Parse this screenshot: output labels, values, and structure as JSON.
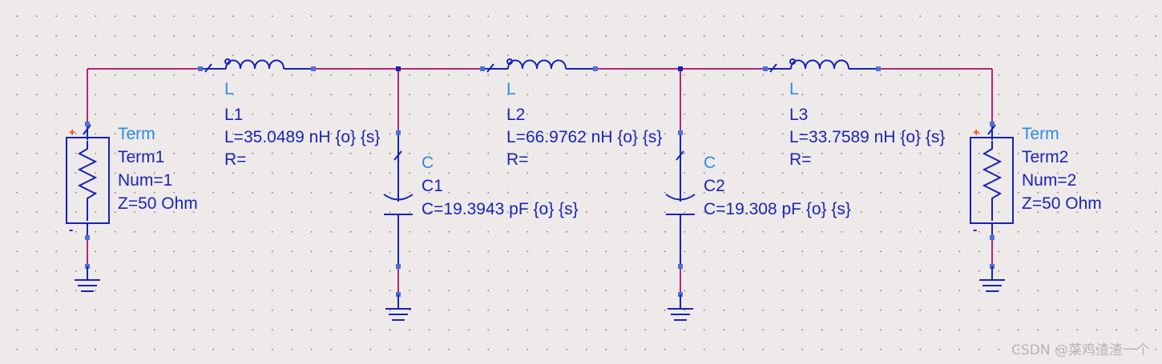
{
  "watermark": "CSDN @菜鸡渣渣一个",
  "colors": {
    "wire": "#b4247c",
    "component": "#1722b8",
    "type_label": "#2b8ce8",
    "value_label": "#1b24b4",
    "polarity_plus": "#ff3b00",
    "background": "#eeeaea"
  },
  "terms": [
    {
      "type": "Term",
      "name": "Term1",
      "num": "Num=1",
      "z": "Z=50 Ohm",
      "plus": "+",
      "minus": "-"
    },
    {
      "type": "Term",
      "name": "Term2",
      "num": "Num=2",
      "z": "Z=50 Ohm",
      "plus": "+",
      "minus": "-"
    }
  ],
  "inductors": [
    {
      "type": "L",
      "name": "L1",
      "value": "L=35.0489 nH {o} {s}",
      "r": "R="
    },
    {
      "type": "L",
      "name": "L2",
      "value": "L=66.9762 nH {o} {s}",
      "r": "R="
    },
    {
      "type": "L",
      "name": "L3",
      "value": "L=33.7589 nH {o} {s}",
      "r": "R="
    }
  ],
  "capacitors": [
    {
      "type": "C",
      "name": "C1",
      "value": "C=19.3943 pF {o} {s}"
    },
    {
      "type": "C",
      "name": "C2",
      "value": "C=19.308 pF {o} {s}"
    }
  ]
}
